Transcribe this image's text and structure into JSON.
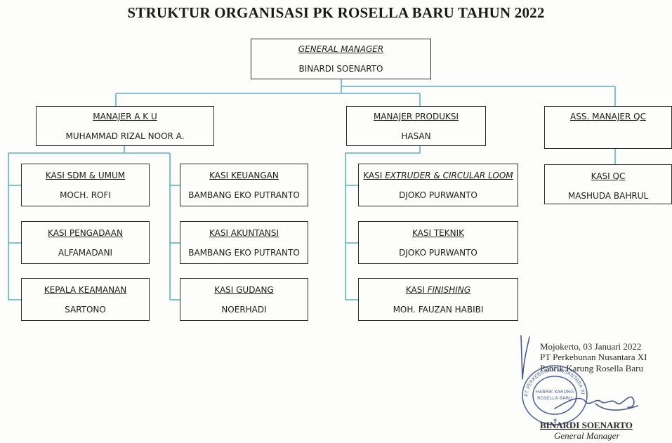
{
  "title": "STRUKTUR ORGANISASI PK ROSELLA BARU TAHUN 2022",
  "gm": {
    "role": "GENERAL MANAGER",
    "name": "BINARDI SOENARTO"
  },
  "aku": {
    "role": "MANAJER A K U",
    "name": "MUHAMMAD RIZAL NOOR A."
  },
  "produksi": {
    "role": "MANAJER PRODUKSI",
    "name": "HASAN"
  },
  "qc": {
    "role": "ASS. MANAJER QC",
    "name": ""
  },
  "kasi_sdm": {
    "role": "KASI SDM & UMUM",
    "name": "MOCH. ROFI"
  },
  "kasi_pengadaan": {
    "role": "KASI PENGADAAN",
    "name": "ALFAMADANI"
  },
  "kepala_keamanan": {
    "role": "KEPALA KEAMANAN",
    "name": "SARTONO"
  },
  "kasi_keuangan": {
    "role": "KASI KEUANGAN",
    "name": "BAMBANG EKO PUTRANTO"
  },
  "kasi_akuntansi": {
    "role": "KASI AKUNTANSI",
    "name": "BAMBANG EKO PUTRANTO"
  },
  "kasi_gudang": {
    "role": "KASI GUDANG",
    "name": "NOERHADI"
  },
  "kasi_extruder": {
    "role_prefix": "KASI ",
    "role_italic": "EXTRUDER & CIRCULAR LOOM",
    "name": "DJOKO PURWANTO"
  },
  "kasi_teknik": {
    "role": "KASI TEKNIK",
    "name": "DJOKO PURWANTO"
  },
  "kasi_finishing": {
    "role_prefix": "KASI ",
    "role_italic": "FINISHING",
    "name": "MOH. FAUZAN HABIBI"
  },
  "kasi_qc": {
    "role": "KASI QC",
    "name": "MASHUDA BAHRUL"
  },
  "signature_block": {
    "place_date": "Mojokerto, 03 Januari 2022",
    "company": "PT Perkebunan Nusantara XI",
    "unit": "Pabrik Karung Rosella Baru",
    "signer": "BINARDI SOENARTO",
    "signer_title": "General Manager"
  },
  "stamp": {
    "center_text": "HABRIK KARUNG ROSELLA BARU",
    "ring_text": "PT PERKEBUNAN NUSANTARA XI"
  },
  "colors": {
    "connector": "#5fb0c9",
    "border": "#2b2b2b",
    "background": "#fdfdfb",
    "stamp_ink": "#2f4f8f"
  }
}
